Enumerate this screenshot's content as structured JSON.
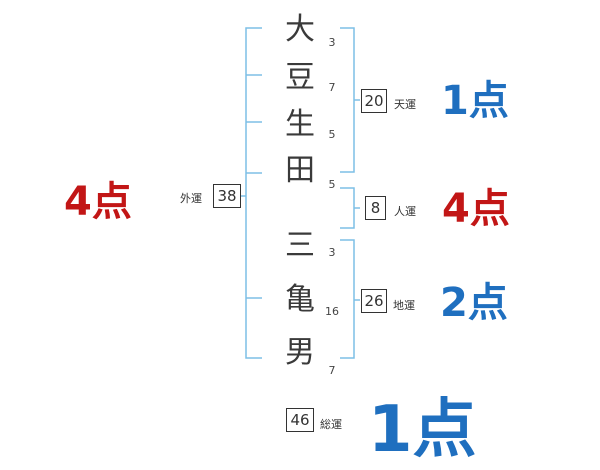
{
  "name_chars": [
    "大",
    "豆",
    "生",
    "田",
    "三",
    "亀",
    "男"
  ],
  "stroke_counts": [
    "3",
    "7",
    "5",
    "5",
    "3",
    "16",
    "7"
  ],
  "results": {
    "tenun": {
      "value": "20",
      "label": "天運",
      "score": "1点"
    },
    "jinun": {
      "value": "8",
      "label": "人運",
      "score": "4点"
    },
    "chiun": {
      "value": "26",
      "label": "地運",
      "score": "2点"
    },
    "gaiun": {
      "value": "38",
      "label": "外運",
      "score": "4点"
    },
    "souun": {
      "value": "46",
      "label": "総運",
      "score": "1点"
    }
  },
  "colors": {
    "good_score": "#1f6fbf",
    "bad_score": "#c21616",
    "bracket": "#7dbfe6"
  }
}
